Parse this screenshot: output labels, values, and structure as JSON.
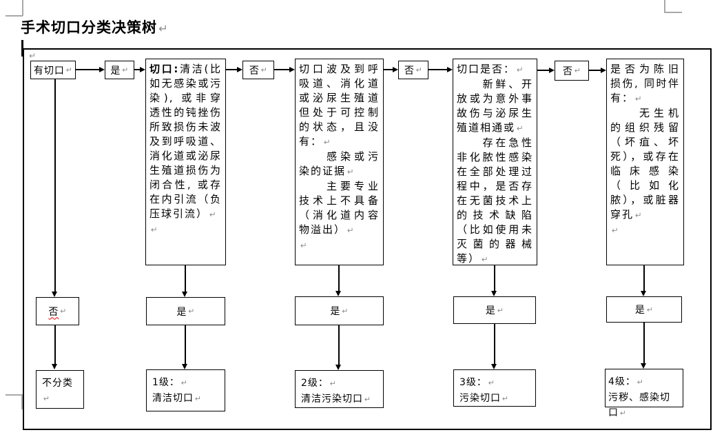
{
  "pilcrow": "↵",
  "title": "手术切口分类决策树",
  "flow": {
    "start": "有切口",
    "yes_top": "是",
    "no_top_1": "否",
    "no_top_2": "否",
    "no_top_3": "否",
    "no_branch": "否",
    "yes_mid_1": "是",
    "yes_mid_2": "是",
    "yes_mid_3": "是",
    "yes_mid_4": "是",
    "big1": {
      "bold": "切口:",
      "rest": "清洁(比如无感染或污染), 或非穿透性的钝挫伤所致损伤未波及到呼吸道、消化道或泌尿生殖道损伤为闭合性, 或存在内引流（负压球引流）"
    },
    "big2": {
      "paras": [
        "切口波及到呼吸道、消化道或泌尿生殖道但处于可控制的状态，且没有：",
        "　　感染或污染的证据",
        "　　主要专业技术上不具备（消化道内容物溢出）",
        ""
      ]
    },
    "big3": {
      "paras": [
        "切口是否：",
        "　　新鲜、开放或为意外事故伤与泌尿生殖道相通或",
        "　　存在急性非化脓性感染在全部处理过程中，是否存在无菌技术上的技术缺陷（比如使用未灭菌的器械等）"
      ]
    },
    "big4": {
      "paras": [
        "是否为陈旧损伤, 同时伴有：",
        "　　无生机的组织残留（坏疽、坏死），或存在临床感染（比如化脓），或脏器穿孔",
        ""
      ]
    },
    "result_none": "不分类",
    "result_1": {
      "level": "1级：",
      "name": "清洁切口"
    },
    "result_2": {
      "level": "2级：",
      "name": "清洁污染切口"
    },
    "result_3": {
      "level": "3级：",
      "name": "污染切口"
    },
    "result_4": {
      "level": "4级：",
      "name": "污秽、感染切口"
    }
  }
}
